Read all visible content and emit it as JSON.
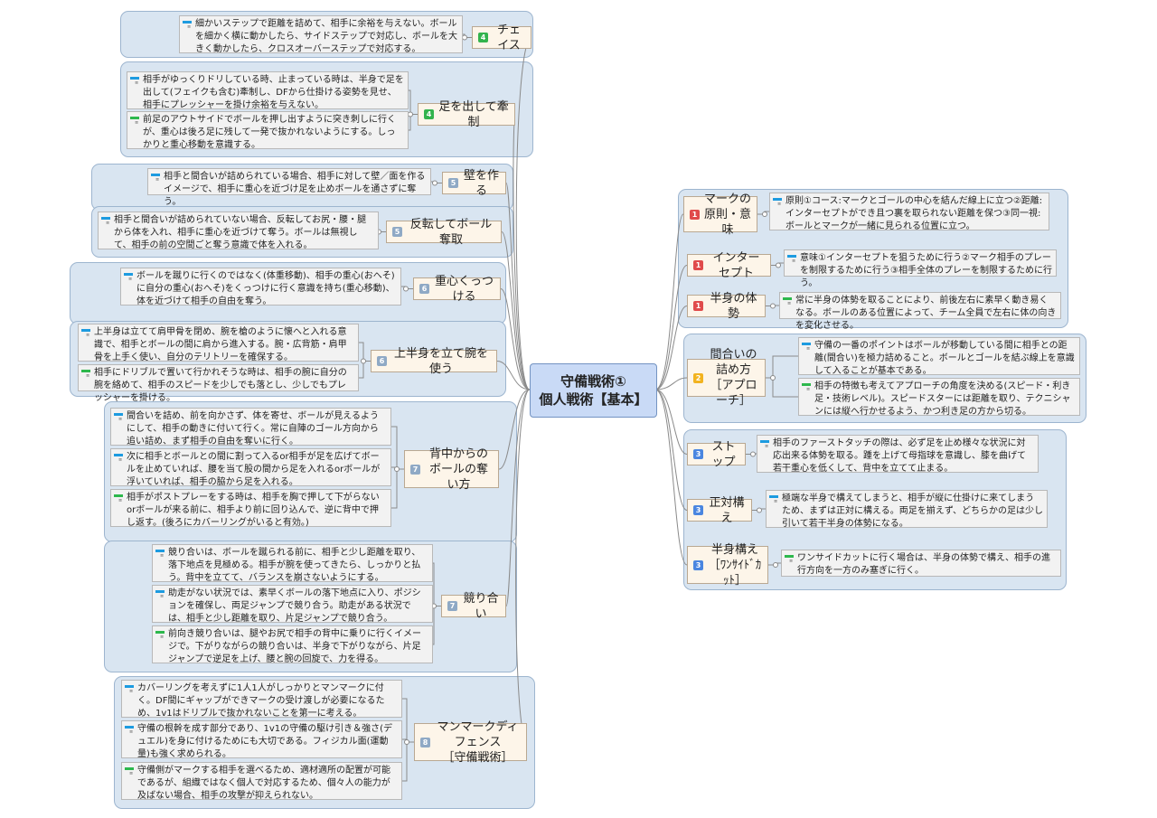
{
  "root": {
    "label": "守備戦術①\n個人戦術【基本】"
  },
  "left_clusters": [
    {
      "id": "chase",
      "branch": {
        "label": "チェイス",
        "priority": "4"
      },
      "notes": [
        {
          "text": "細かいステップで距離を詰めて、相手に余裕を与えない。ボールを細かく横に動かしたら、サイドステップで対応し、ボールを大きく動かしたら、クロスオーバーステップで対応する。",
          "icon": "blue"
        }
      ]
    },
    {
      "id": "feet",
      "branch": {
        "label": "足を出して牽制",
        "priority": "4"
      },
      "notes": [
        {
          "text": "相手がゆっくりドリしている時、止まっている時は、半身で足を出して(フェイクも含む)牽制し、DFから仕掛ける姿勢を見せ、相手にプレッシャーを掛け余裕を与えない。",
          "icon": "blue"
        },
        {
          "text": "前足のアウトサイドでボールを押し出すように突き刺しに行くが、重心は後ろ足に残して一発で抜かれないようにする。しっかりと重心移動を意識する。",
          "icon": "green"
        }
      ]
    },
    {
      "id": "wall",
      "branch": {
        "label": "壁を作る",
        "priority": "5"
      },
      "notes": [
        {
          "text": "相手と間合いが詰められている場合、相手に対して壁／面を作るイメージで、相手に重心を近づけ足を止めボールを通さずに奪う。",
          "icon": "blue"
        }
      ]
    },
    {
      "id": "turn",
      "branch": {
        "label": "反転してボール奪取",
        "priority": "5"
      },
      "notes": [
        {
          "text": "相手と間合いが詰められていない場合、反転してお尻・腰・腿から体を入れ、相手に重心を近づけて奪う。ボールは無視して、相手の前の空間ごと奪う意識で体を入れる。",
          "icon": "blue"
        }
      ]
    },
    {
      "id": "center",
      "branch": {
        "label": "重心くっつける",
        "priority": "6"
      },
      "notes": [
        {
          "text": "ボールを蹴りに行くのではなく(体重移動)、相手の重心(おへそ)に自分の重心(おへそ)をくっつけに行く意識を持ち(重心移動)、体を近づけて相手の自由を奪う。",
          "icon": "blue"
        }
      ]
    },
    {
      "id": "upper",
      "branch": {
        "label": "上半身を立て腕を使う",
        "priority": "6"
      },
      "notes": [
        {
          "text": "上半身は立てて肩甲骨を閉め、腕を槍のように懐へと入れる意識で、相手とボールの間に肩から進入する。腕・広背筋・肩甲骨を上手く使い、自分のテリトリーを確保する。",
          "icon": "blue"
        },
        {
          "text": "相手にドリブルで置いて行かれそうな時は、相手の腕に自分の腕を絡めて、相手のスピードを少しでも落とし、少しでもプレッシャーを掛ける。",
          "icon": "green"
        }
      ]
    },
    {
      "id": "back",
      "branch": {
        "label": "背中からの\nボールの奪い方",
        "priority": "7"
      },
      "notes": [
        {
          "text": "間合いを詰め、前を向かさず、体を寄せ、ボールが見えるようにして、相手の動きに付いて行く。常に自陣のゴール方向から追い詰め、まず相手の自由を奪いに行く。",
          "icon": "blue"
        },
        {
          "text": "次に相手とボールとの間に割って入るor相手が足を広げてボールを止めていれば、腰を当て股の間から足を入れるorボールが浮いていれば、相手の脇から足を入れる。",
          "icon": "blue"
        },
        {
          "text": "相手がポストプレーをする時は、相手を胸で押して下がらないorボールが来る前に、相手より前に回り込んで、逆に背中で押し返す。(後ろにカバーリングがいると有効。)",
          "icon": "green"
        }
      ]
    },
    {
      "id": "compete",
      "branch": {
        "label": "競り合い",
        "priority": "7"
      },
      "notes": [
        {
          "text": "競り合いは、ボールを蹴られる前に、相手と少し距離を取り、落下地点を見極める。相手が腕を使ってきたら、しっかりと払う。背中を立てて、バランスを崩さないようにする。",
          "icon": "blue"
        },
        {
          "text": "助走がない状況では、素早くボールの落下地点に入り、ポジションを確保し、両足ジャンプで競り合う。助走がある状況では、相手と少し距離を取り、片足ジャンプで競り合う。",
          "icon": "blue"
        },
        {
          "text": "前向き競り合いは、腿やお尻で相手の背中に乗りに行くイメージで。下がりながらの競り合いは、半身で下がりながら、片足ジャンプで逆足を上げ、腰と腕の回旋で、力を得る。",
          "icon": "green"
        }
      ]
    },
    {
      "id": "manmark",
      "branch": {
        "label": "マンマークディフェンス\n［守備戦術］",
        "priority": "8"
      },
      "notes": [
        {
          "text": "カバーリングを考えずに1人1人がしっかりとマンマークに付く。DF間にギャップができマークの受け渡しが必要になるため、1v1はドリブルで抜かれないことを第一に考える。",
          "icon": "blue"
        },
        {
          "text": "守備の根幹を成す部分であり、1v1の守備の駆け引き＆強さ(デュエル)を身に付けるためにも大切である。フィジカル面(運動量)も強く求められる。",
          "icon": "blue"
        },
        {
          "text": "守備側がマークする相手を選べるため、適材適所の配置が可能であるが、組織ではなく個人で対応するため、個々人の能力が及ばない場合、相手の攻撃が抑えられない。",
          "icon": "green"
        }
      ]
    }
  ],
  "right_clusters": [
    {
      "id": "mark",
      "branch": {
        "label": "マークの\n原則・意味",
        "priority": "1"
      },
      "notes": [
        {
          "text": "原則①コース:マークとゴールの中心を結んだ線上に立つ②距離:インターセプトができ且つ裏を取られない距離を保つ③同一視:ボールとマークが一緒に見られる位置に立つ。",
          "icon": "blue"
        }
      ]
    },
    {
      "id": "intercept",
      "branch": {
        "label": "インターセプト",
        "priority": "1"
      },
      "notes": [
        {
          "text": "意味①インターセプトを狙うために行う②マーク相手のプレーを制限するために行う③相手全体のプレーを制限するために行う。",
          "icon": "blue"
        }
      ]
    },
    {
      "id": "half",
      "branch": {
        "label": "半身の体勢",
        "priority": "1"
      },
      "notes": [
        {
          "text": "常に半身の体勢を取ることにより、前後左右に素早く動き易くなる。ボールのある位置によって、チーム全員で左右に体の向きを変化させる。",
          "icon": "green"
        }
      ]
    },
    {
      "id": "approach",
      "branch": {
        "label": "間合いの詰め方\n［アプローチ］",
        "priority": "2"
      },
      "notes": [
        {
          "text": "守備の一番のポイントはボールが移動している間に相手との距離(間合い)を極力詰めること。ボールとゴールを結ぶ線上を意識して入ることが基本である。",
          "icon": "blue"
        },
        {
          "text": "相手の特徴も考えてアプローチの角度を決める(スピード・利き足・技術レベル)。スピードスターには距離を取り、テクニシャンには縦へ行かせるよう、かつ利き足の方から切る。",
          "icon": "green"
        }
      ]
    },
    {
      "id": "stop",
      "branch": {
        "label": "ストップ",
        "priority": "3"
      },
      "notes": [
        {
          "text": "相手のファーストタッチの際は、必ず足を止め様々な状況に対応出来る体勢を取る。踵を上げて母指球を意識し、膝を曲げて若干重心を低くして、背中を立てて止まる。",
          "icon": "blue"
        }
      ]
    },
    {
      "id": "square",
      "branch": {
        "label": "正対構え",
        "priority": "3"
      },
      "notes": [
        {
          "text": "極端な半身で構えてしまうと、相手が縦に仕掛けに来てしまうため、まずは正対に構える。両足を揃えず、どちらかの足は少し引いて若干半身の体勢になる。",
          "icon": "blue"
        }
      ]
    },
    {
      "id": "halfstance",
      "branch": {
        "label": "半身構え\n［ﾜﾝｻｲﾄﾞｶｯﾄ］",
        "priority": "3"
      },
      "notes": [
        {
          "text": "ワンサイドカットに行く場合は、半身の体勢で構え、相手の進行方向を一方のみ塞ぎに行く。",
          "icon": "green"
        }
      ]
    }
  ]
}
